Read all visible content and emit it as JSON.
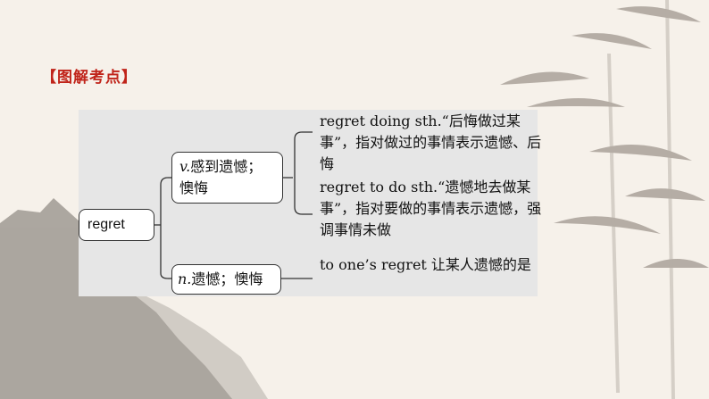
{
  "heading": "【图解考点】",
  "diagram": {
    "root": "regret",
    "branches": [
      {
        "pos": "v.",
        "meaning": "感到遗憾；",
        "meaning_line2": "懊悔",
        "usages": [
          "regret doing sth.“后悔做过某事”，指对做过的事情表示遗憾、后悔",
          "regret to do sth.“遗憾地去做某事”，指对要做的事情表示遗憾，强调事情未做"
        ]
      },
      {
        "pos": "n.",
        "meaning": "遗憾；懊悔",
        "usages": [
          "to one’s regret 让某人遗憾的是"
        ]
      }
    ]
  },
  "colors": {
    "heading": "#c0241a",
    "panel": "#e6e6e6",
    "background": "#f6f1ea"
  }
}
